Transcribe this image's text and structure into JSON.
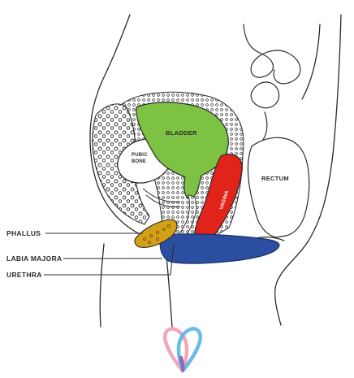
{
  "labels": {
    "bladder": "BLADDER",
    "pubic_bone_line1": "PUBIC",
    "pubic_bone_line2": "BONE",
    "rectum": "RECTUM",
    "vagina": "VAGINA",
    "phallus": "PHALLUS",
    "labia_majora": "LABIA MAJORA",
    "urethra": "URETHRA"
  },
  "colors": {
    "bladder": "#7dc242",
    "vagina": "#e2231a",
    "labia": "#2b4ea0",
    "phallus": "#d4a017",
    "outline": "#2a2a2a",
    "logo_pink": "#f4a7b9",
    "logo_blue": "#5ab4e5",
    "logo_purple": "#8b6bb8"
  },
  "icons": {
    "brand_logo": "heart-loop-logo-icon"
  }
}
